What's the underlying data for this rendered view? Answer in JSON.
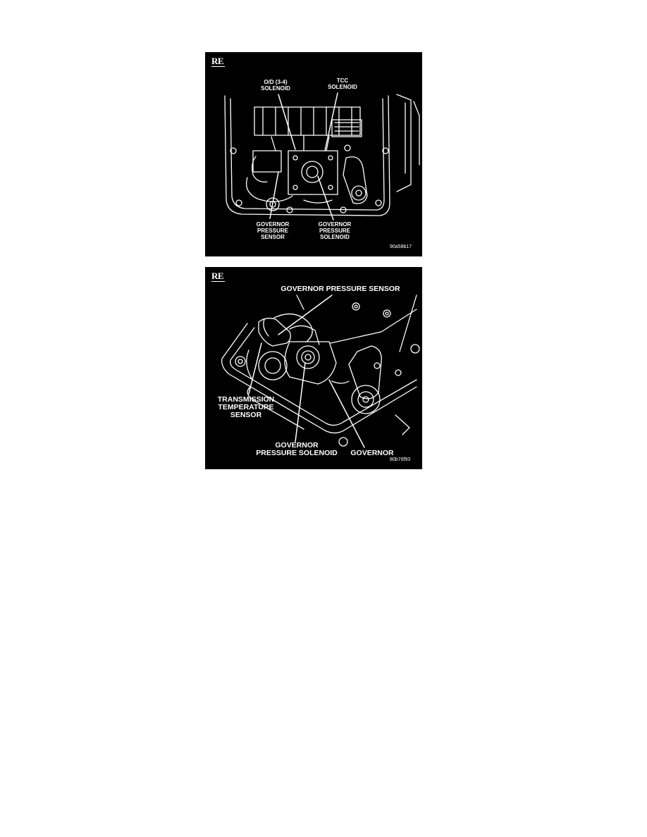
{
  "figures": [
    {
      "badge": "RE",
      "labels": {
        "od_solenoid": "O/D (3-4)\nSOLENOID",
        "tcc_solenoid": "TCC\nSOLENOID",
        "gov_pressure_sensor": "GOVERNOR\nPRESSURE\nSENSOR",
        "gov_pressure_solenoid": "GOVERNOR\nPRESSURE\nSOLENOID"
      },
      "code": "90a58b17"
    },
    {
      "badge": "RE",
      "labels": {
        "gov_pressure_sensor": "GOVERNOR PRESSURE SENSOR",
        "trans_temp_sensor": "TRANSMISSION\nTEMPERATURE\nSENSOR",
        "gov_pressure_solenoid": "GOVERNOR\nPRESSURE SOLENOID",
        "governor": "GOVERNOR"
      },
      "code": "80b76f93"
    }
  ]
}
